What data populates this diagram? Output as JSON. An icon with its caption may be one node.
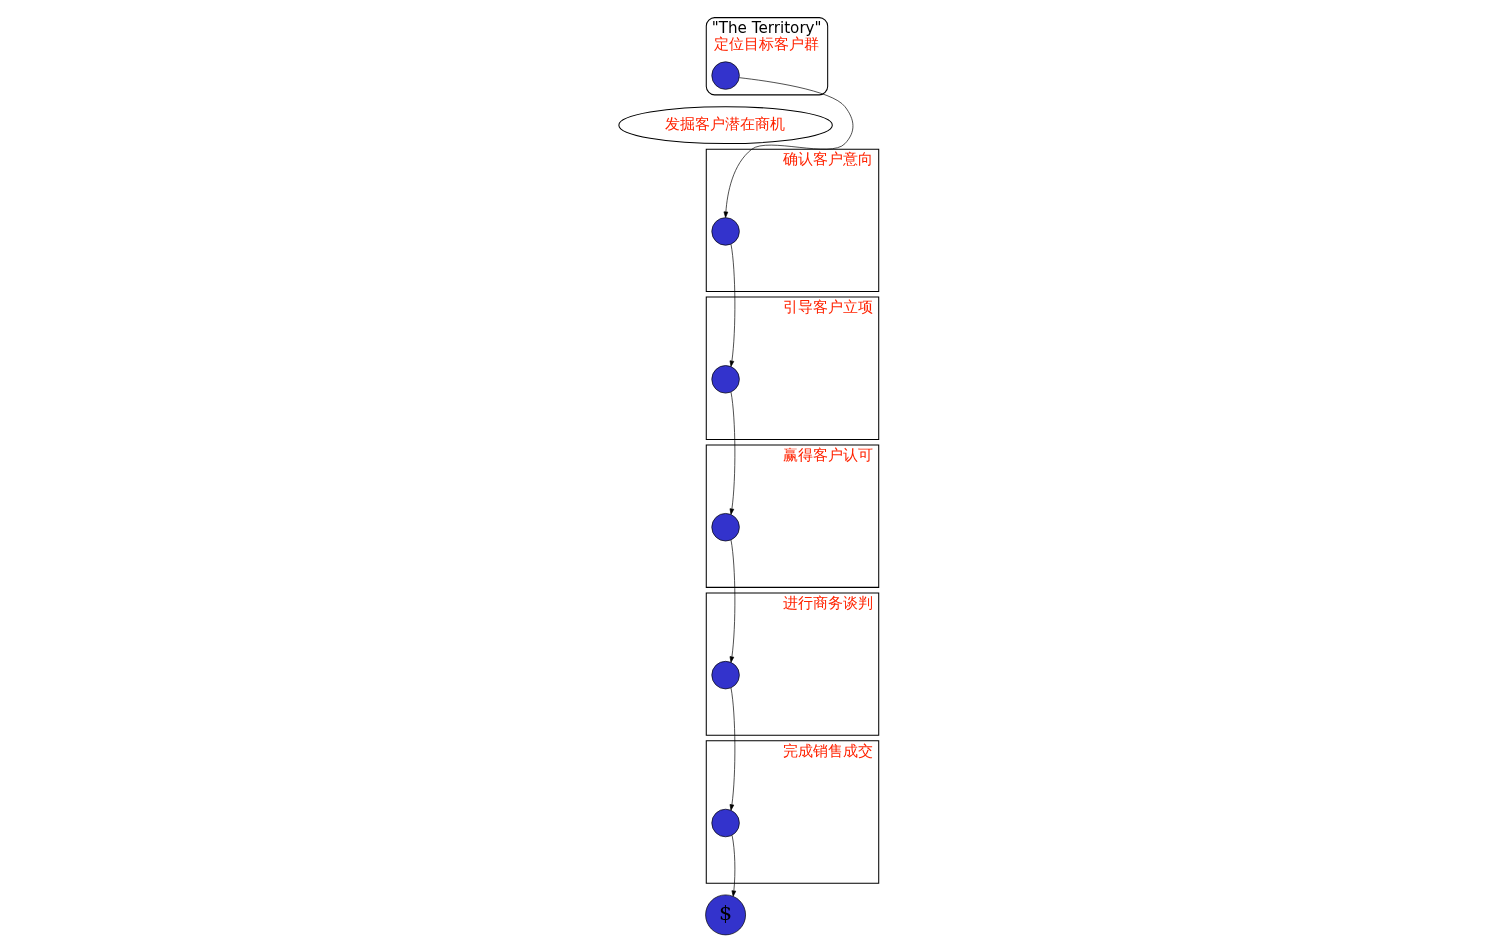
{
  "diagram": {
    "nodes": [
      {
        "text": [
          "\"The Territory\"",
          "定位目标客户群"
        ]
      },
      {
        "text": [],
        "shape": "circle",
        "in": 0
      },
      {
        "text": [
          "发掘客户潜在商机"
        ]
      },
      {
        "text": [
          "确认客户意向"
        ]
      },
      {
        "text": [],
        "shape": "circle",
        "in": 3
      },
      {
        "text": [
          "引导客户立项"
        ]
      },
      {
        "text": [],
        "shape": "circle",
        "in": 5
      },
      {
        "text": [
          "赢得客户认可"
        ]
      },
      {
        "text": [],
        "shape": "circle",
        "in": 7
      },
      {
        "text": [
          "进行商务谈判"
        ]
      },
      {
        "text": [],
        "shape": "circle",
        "in": 9
      },
      {
        "text": [
          "完成销售成交"
        ]
      },
      {
        "text": [],
        "shape": "circle",
        "in": 11
      },
      {
        "text": [
          "$"
        ]
      }
    ],
    "edges": [
      {
        "from": 1,
        "to": 4,
        "arrow": "to"
      },
      {
        "from": 4,
        "to": 6,
        "arrow": "to"
      },
      {
        "from": 6,
        "to": 8,
        "arrow": "to"
      },
      {
        "from": 8,
        "to": 10,
        "arrow": "to"
      },
      {
        "from": 10,
        "to": 12,
        "arrow": "to"
      },
      {
        "from": 12,
        "to": 13,
        "arrow": "to"
      }
    ]
  }
}
